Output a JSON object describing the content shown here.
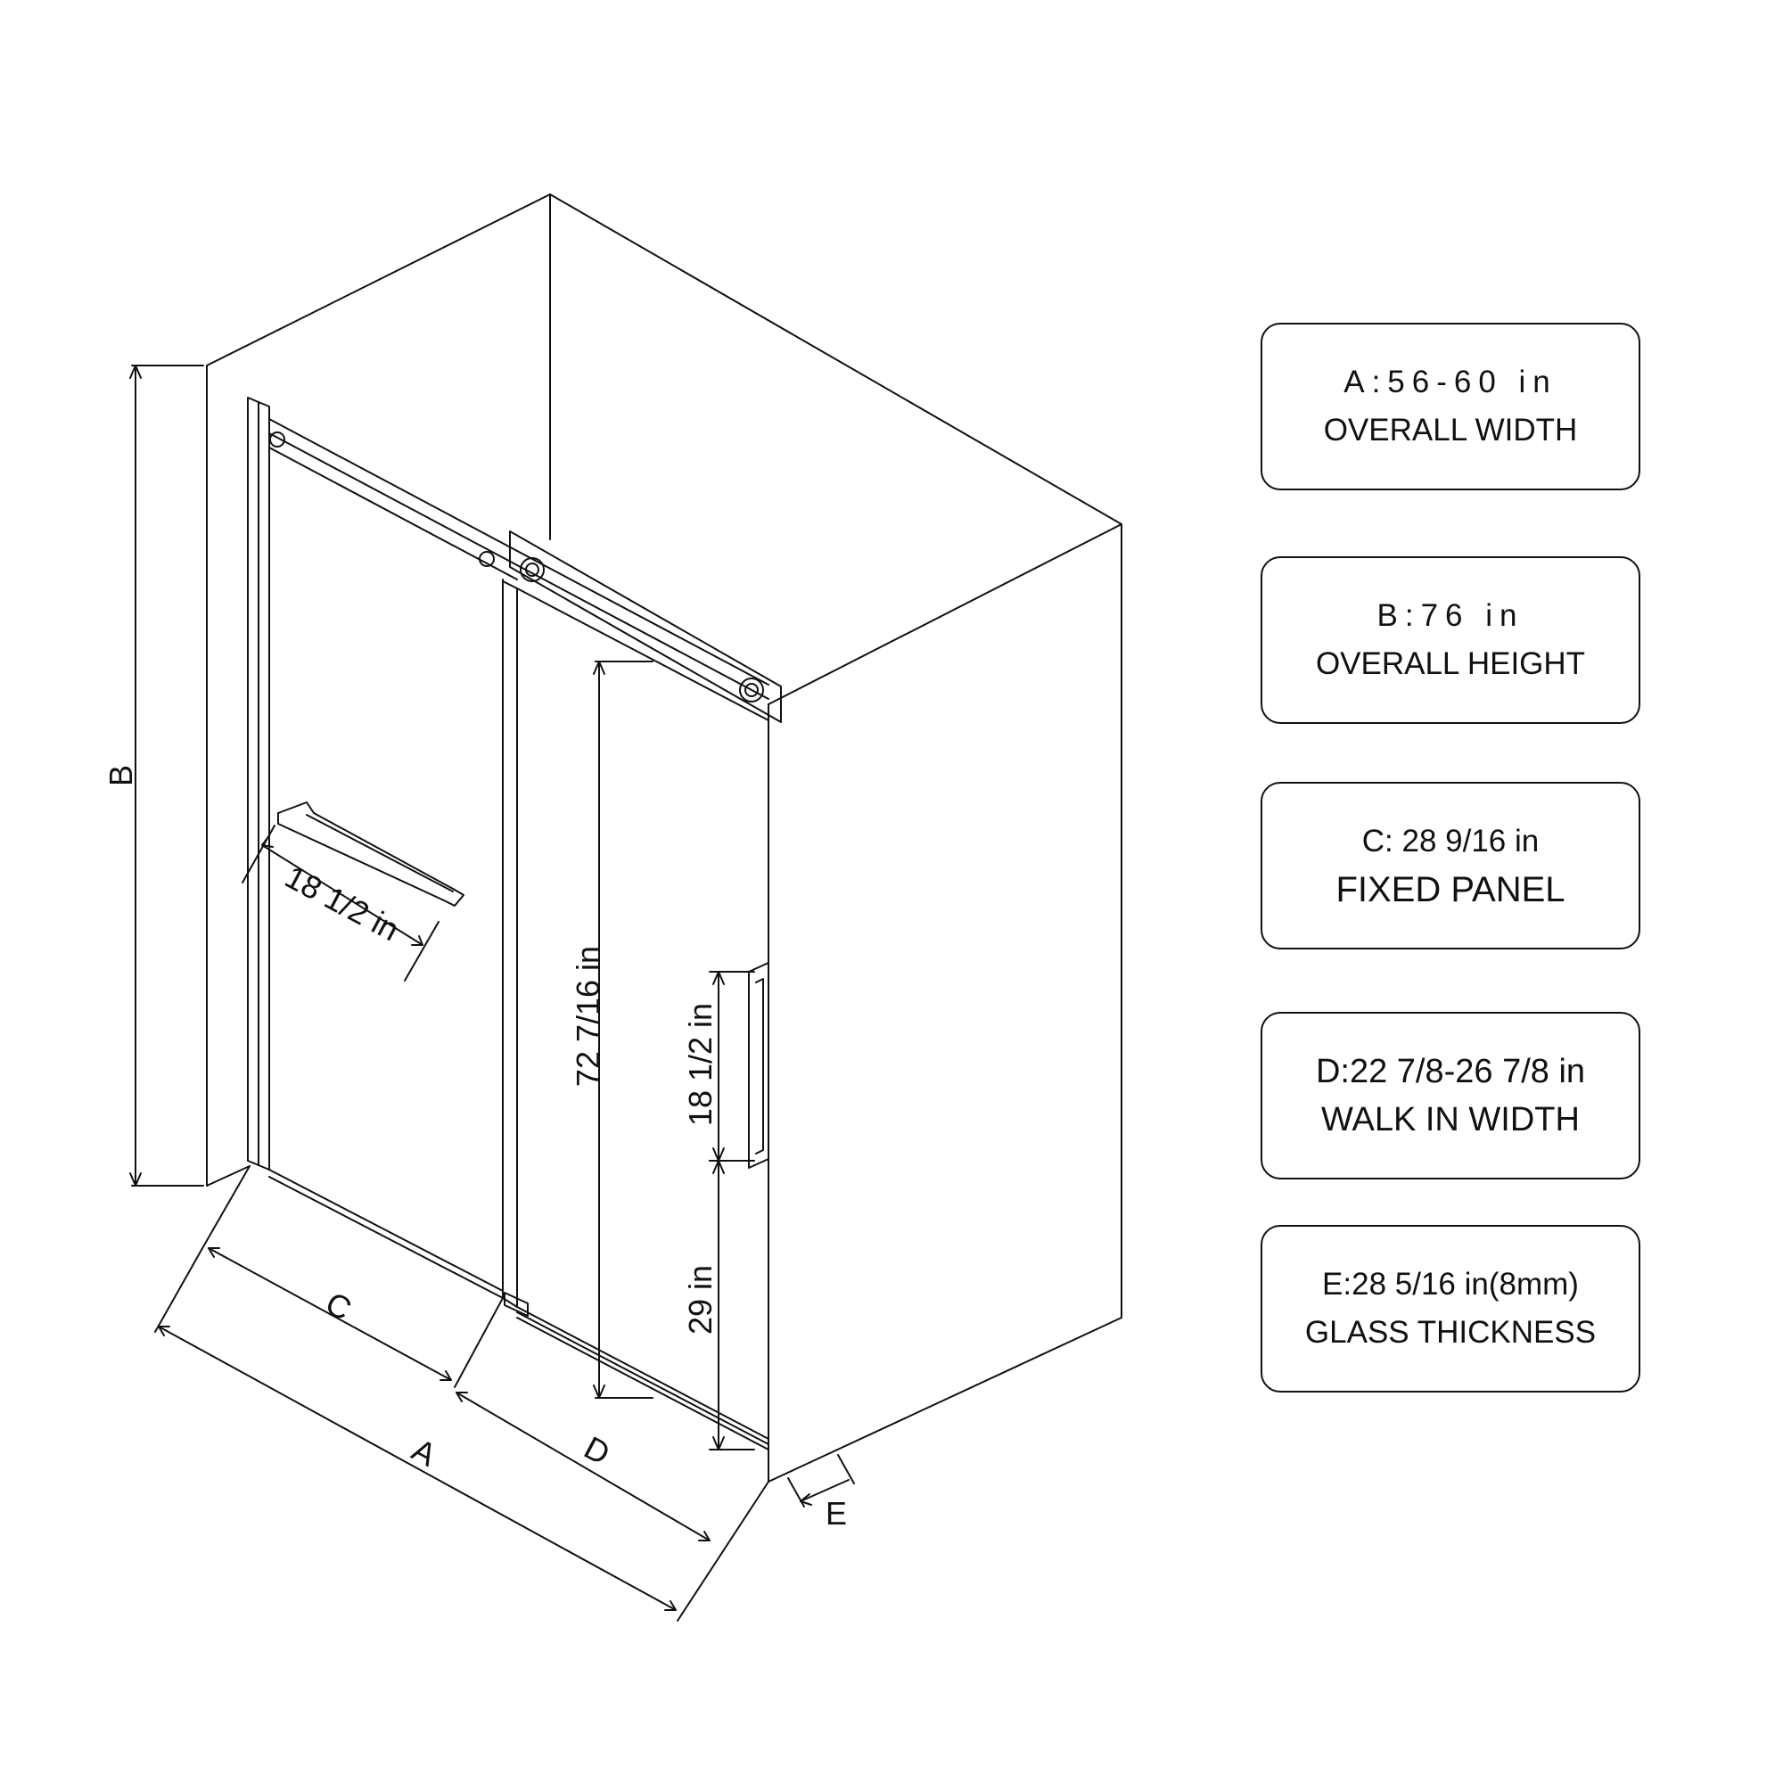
{
  "dimension_labels": {
    "overall_height": "B",
    "overall_width": "A",
    "fixed_panel": "C",
    "walk_in_width": "D",
    "glass_thickness": "E",
    "towel_bar_length": "18 1/2 in",
    "door_height": "72 7/16 in",
    "handle_length": "18 1/2 in",
    "handle_height": "29 in"
  },
  "specs": [
    {
      "code": "A:56-60 in",
      "desc": "OVERALL WIDTH"
    },
    {
      "code": "B:76 in",
      "desc": "OVERALL HEIGHT"
    },
    {
      "code": "C: 28 9/16 in",
      "desc": "FIXED PANEL"
    },
    {
      "code": "D:22 7/8-26 7/8 in",
      "desc": "WALK IN WIDTH"
    },
    {
      "code": "E:28 5/16 in(8mm)",
      "desc": "GLASS THICKNESS"
    }
  ],
  "colors": {
    "line": "#111111",
    "background": "#ffffff"
  }
}
